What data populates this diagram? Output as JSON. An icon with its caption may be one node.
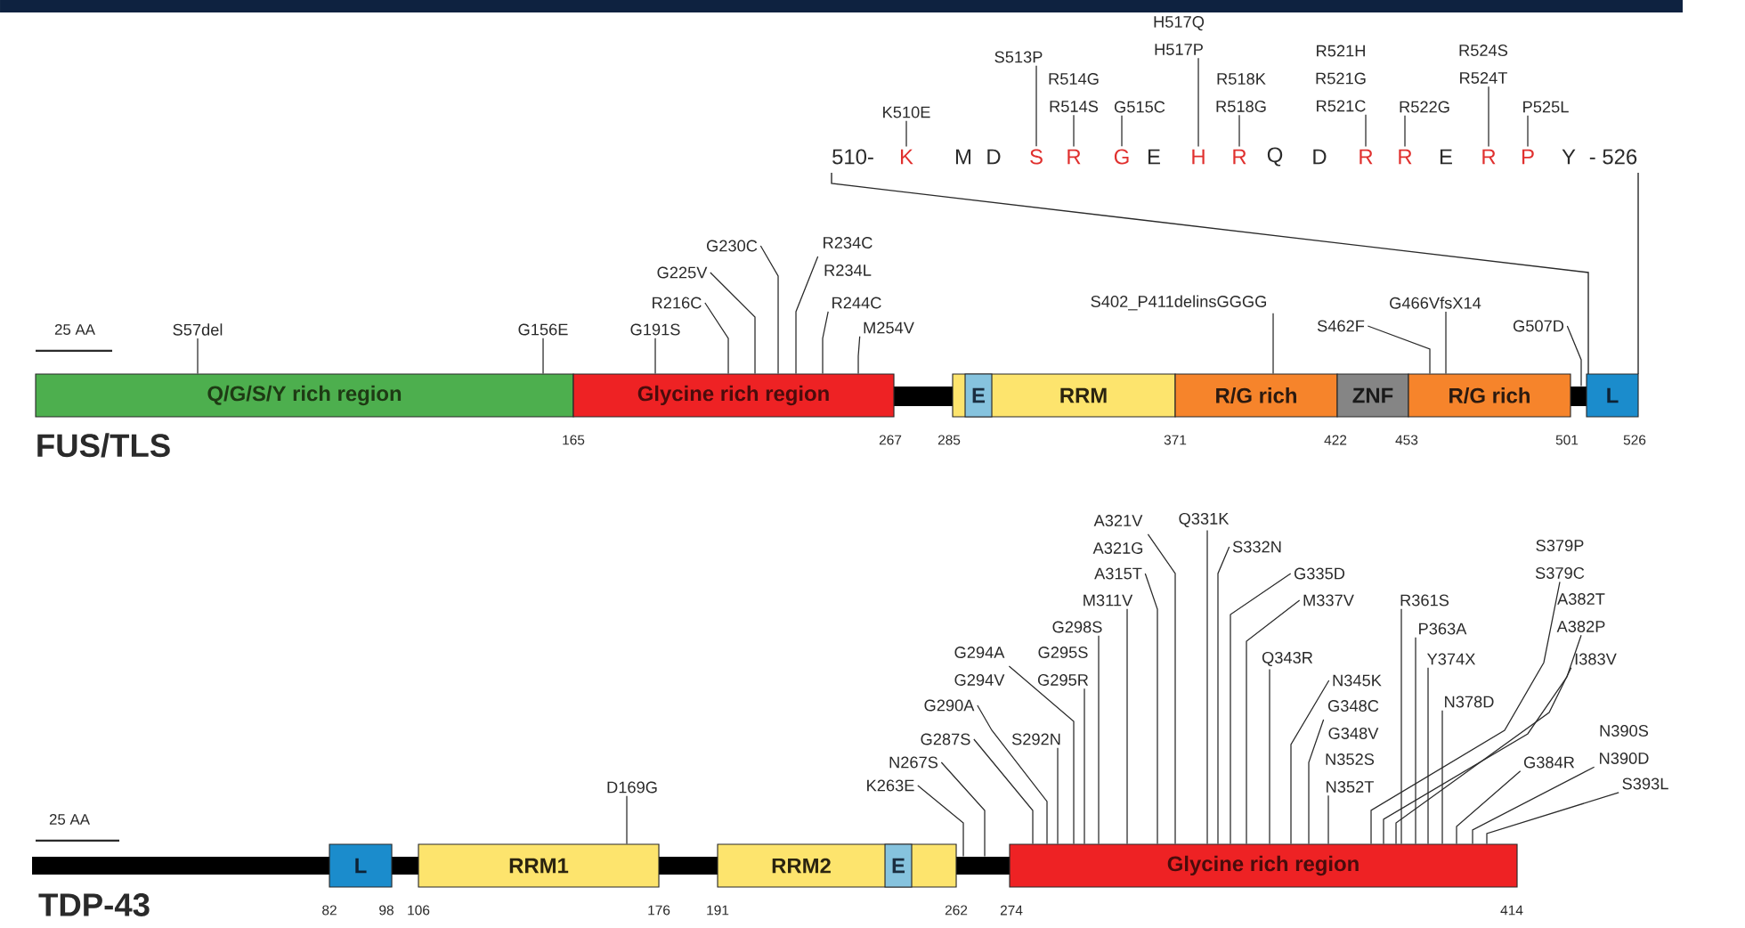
{
  "diagram": {
    "nodes": [
      {
        "text": [
          "K"
        ]
      },
      {
        "text": [
          "M"
        ]
      },
      {
        "text": [
          "D"
        ]
      },
      {
        "text": [
          "S"
        ]
      },
      {
        "text": [
          "R"
        ]
      },
      {
        "text": [
          "G"
        ]
      },
      {
        "text": [
          "E"
        ]
      },
      {
        "text": [
          "H"
        ]
      },
      {
        "text": [
          "R"
        ]
      },
      {
        "text": [
          "Q"
        ]
      },
      {
        "text": [
          "D"
        ]
      },
      {
        "text": [
          "R"
        ]
      },
      {
        "text": [
          "R"
        ]
      },
      {
        "text": [
          "E"
        ]
      },
      {
        "text": [
          "R"
        ]
      },
      {
        "text": [
          "P"
        ]
      },
      {
        "text": [
          "Y"
        ]
      },
      {
        "text": [
          "K510E"
        ]
      },
      {
        "text": [
          "S513P"
        ]
      },
      {
        "text": [
          "R514G R514S"
        ]
      },
      {
        "text": [
          "G515C"
        ]
      },
      {
        "text": [
          "H517Q H517P"
        ]
      },
      {
        "text": [
          "R518K R518G"
        ]
      },
      {
        "text": [
          "R521H R521G R521C"
        ]
      },
      {
        "text": [
          "R522G"
        ]
      },
      {
        "text": [
          "R524S R524T"
        ]
      },
      {
        "text": [
          "P525L"
        ]
      },
      {
        "text": [
          "Q/G/S/Y rich region"
        ]
      },
      {
        "text": [
          "Glycine rich region"
        ]
      },
      {
        "text": [],
        "shape": "bar"
      },
      {
        "text": [
          "RRM"
        ]
      },
      {
        "text": [
          "E"
        ],
        "in": 30
      },
      {
        "text": [
          "R/G rich"
        ]
      },
      {
        "text": [
          "ZNF"
        ]
      },
      {
        "text": [
          "R/G rich"
        ]
      },
      {
        "text": [
          "L"
        ]
      },
      {
        "text": [
          "S57del"
        ]
      },
      {
        "text": [
          "G156E"
        ]
      },
      {
        "text": [
          "G191S"
        ]
      },
      {
        "text": [
          "R216C"
        ]
      },
      {
        "text": [
          "G225V"
        ]
      },
      {
        "text": [
          "G230C"
        ]
      },
      {
        "text": [
          "R234C R234L"
        ]
      },
      {
        "text": [
          "R244C"
        ]
      },
      {
        "text": [
          "M254V"
        ]
      },
      {
        "text": [
          "S402_P411delinsGGGG"
        ]
      },
      {
        "text": [
          "S462F"
        ]
      },
      {
        "text": [
          "G466VfsX14"
        ]
      },
      {
        "text": [
          "G507D"
        ]
      },
      {
        "text": [],
        "shape": "bar"
      },
      {
        "text": [
          "L"
        ]
      },
      {
        "text": [
          "RRM1"
        ]
      },
      {
        "text": [
          "RRM2"
        ]
      },
      {
        "text": [
          "E"
        ],
        "in": 52
      },
      {
        "text": [
          "Glycine rich region"
        ]
      },
      {
        "text": [
          "D169G"
        ]
      },
      {
        "text": [
          "K263E"
        ]
      },
      {
        "text": [
          "N267S"
        ]
      },
      {
        "text": [
          "G287S"
        ]
      },
      {
        "text": [
          "G290A"
        ]
      },
      {
        "text": [
          "S292N"
        ]
      },
      {
        "text": [
          "G294A G294V"
        ]
      },
      {
        "text": [
          "G295S G295R"
        ]
      },
      {
        "text": [
          "G298S"
        ]
      },
      {
        "text": [
          "M311V"
        ]
      },
      {
        "text": [
          "A315T"
        ]
      },
      {
        "text": [
          "A321V A321G"
        ]
      },
      {
        "text": [
          "Q331K"
        ]
      },
      {
        "text": [
          "S332N"
        ]
      },
      {
        "text": [
          "G335D"
        ]
      },
      {
        "text": [
          "M337V"
        ]
      },
      {
        "text": [
          "Q343R"
        ]
      },
      {
        "text": [
          "N345K"
        ]
      },
      {
        "text": [
          "G348C G348V"
        ]
      },
      {
        "text": [
          "N352S N352T"
        ]
      },
      {
        "text": [
          "R361S"
        ]
      },
      {
        "text": [
          "P363A"
        ]
      },
      {
        "text": [
          "Y374X"
        ]
      },
      {
        "text": [
          "N378D"
        ]
      },
      {
        "text": [
          "S379P S379C"
        ]
      },
      {
        "text": [
          "A382T A382P"
        ]
      },
      {
        "text": [
          "I383V"
        ]
      },
      {
        "text": [
          "G384R"
        ]
      },
      {
        "text": [
          "N390S N390D"
        ]
      },
      {
        "text": [
          "S393L"
        ]
      },
      {
        "text": [],
        "shape": "bar"
      }
    ],
    "edges": [
      {
        "from": 17,
        "to": 0,
        "arrow": "none"
      },
      {
        "from": 18,
        "to": 3,
        "arrow": "none"
      },
      {
        "from": 19,
        "to": 4,
        "arrow": "none"
      },
      {
        "from": 20,
        "to": 5,
        "arrow": "none"
      },
      {
        "from": 21,
        "to": 7,
        "arrow": "none"
      },
      {
        "from": 22,
        "to": 8,
        "arrow": "none"
      },
      {
        "from": 23,
        "to": 11,
        "arrow": "none"
      },
      {
        "from": 24,
        "to": 12,
        "arrow": "none"
      },
      {
        "from": 25,
        "to": 14,
        "arrow": "none"
      },
      {
        "from": 26,
        "to": 15,
        "arrow": "none"
      },
      {
        "from": 36,
        "to": 27,
        "arrow": "none"
      },
      {
        "from": 37,
        "to": 27,
        "arrow": "none"
      },
      {
        "from": 38,
        "to": 28,
        "arrow": "none"
      },
      {
        "from": 39,
        "to": 28,
        "arrow": "none"
      },
      {
        "from": 40,
        "to": 28,
        "arrow": "none"
      },
      {
        "from": 41,
        "to": 28,
        "arrow": "none"
      },
      {
        "from": 42,
        "to": 28,
        "arrow": "none"
      },
      {
        "from": 43,
        "to": 28,
        "arrow": "none"
      },
      {
        "from": 44,
        "to": 28,
        "arrow": "none"
      },
      {
        "from": 45,
        "to": 32,
        "arrow": "none"
      },
      {
        "from": 46,
        "to": 34,
        "arrow": "none"
      },
      {
        "from": 47,
        "to": 34,
        "arrow": "none"
      },
      {
        "from": 48,
        "to": 85,
        "arrow": "none"
      },
      {
        "from": 55,
        "to": 51,
        "arrow": "none"
      },
      {
        "from": 56,
        "to": 49,
        "arrow": "none"
      },
      {
        "from": 57,
        "to": 49,
        "arrow": "none"
      },
      {
        "from": 58,
        "to": 54,
        "arrow": "none"
      },
      {
        "from": 59,
        "to": 54,
        "arrow": "none"
      },
      {
        "from": 60,
        "to": 54,
        "arrow": "none"
      },
      {
        "from": 61,
        "to": 54,
        "arrow": "none"
      },
      {
        "from": 62,
        "to": 54,
        "arrow": "none"
      },
      {
        "from": 63,
        "to": 54,
        "arrow": "none"
      },
      {
        "from": 64,
        "to": 54,
        "arrow": "none"
      },
      {
        "from": 65,
        "to": 54,
        "arrow": "none"
      },
      {
        "from": 66,
        "to": 54,
        "arrow": "none"
      },
      {
        "from": 67,
        "to": 54,
        "arrow": "none"
      },
      {
        "from": 68,
        "to": 54,
        "arrow": "none"
      },
      {
        "from": 69,
        "to": 54,
        "arrow": "none"
      },
      {
        "from": 70,
        "to": 54,
        "arrow": "none"
      },
      {
        "from": 71,
        "to": 54,
        "arrow": "none"
      },
      {
        "from": 72,
        "to": 54,
        "arrow": "none"
      },
      {
        "from": 73,
        "to": 54,
        "arrow": "none"
      },
      {
        "from": 74,
        "to": 54,
        "arrow": "none"
      },
      {
        "from": 75,
        "to": 54,
        "arrow": "none"
      },
      {
        "from": 76,
        "to": 54,
        "arrow": "none"
      },
      {
        "from": 77,
        "to": 54,
        "arrow": "none"
      },
      {
        "from": 78,
        "to": 54,
        "arrow": "none"
      },
      {
        "from": 79,
        "to": 54,
        "arrow": "none"
      },
      {
        "from": 80,
        "to": 54,
        "arrow": "none"
      },
      {
        "from": 81,
        "to": 54,
        "arrow": "none"
      },
      {
        "from": 82,
        "to": 54,
        "arrow": "none"
      },
      {
        "from": 83,
        "to": 54,
        "arrow": "none"
      },
      {
        "from": 84,
        "to": 54,
        "arrow": "none"
      }
    ],
    "labels": [
      "510-",
      "- 526",
      "25 AA",
      "FUS/TLS",
      "165",
      "267",
      "285",
      "371",
      "422",
      "453",
      "501",
      "526",
      "25 AA",
      "TDP-43",
      "82",
      "98",
      "106",
      "176",
      "191",
      "262",
      "274",
      "414"
    ]
  }
}
